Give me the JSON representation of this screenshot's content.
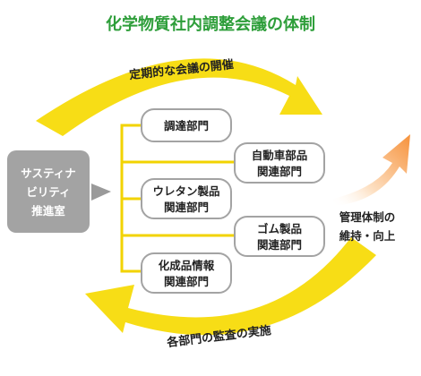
{
  "title": "化学物質社内調整会議の体制",
  "colors": {
    "title": "#2e9e3a",
    "arrow_yellow": "#f7dd16",
    "hq_fill": "#a3a3a3",
    "dept_line": "#f2d300",
    "growth_arrow": "#f6913a"
  },
  "top_arrow_label": "定期的な会議の開催",
  "bottom_arrow_label": "各部門の監査の実施",
  "hq": {
    "line1": "サスティナ",
    "line2": "ビリティ",
    "line3": "推進室"
  },
  "departments": [
    {
      "line1": "調達部門",
      "line2": ""
    },
    {
      "line1": "自動車部品",
      "line2": "関連部門"
    },
    {
      "line1": "ウレタン製品",
      "line2": "関連部門"
    },
    {
      "line1": "ゴム製品",
      "line2": "関連部門"
    },
    {
      "line1": "化成品情報",
      "line2": "関連部門"
    }
  ],
  "result": {
    "line1": "管理体制の",
    "line2": "維持・向上"
  },
  "icons": {
    "growth": "growth-arrow-icon",
    "pointer": "right-triangle-icon"
  }
}
